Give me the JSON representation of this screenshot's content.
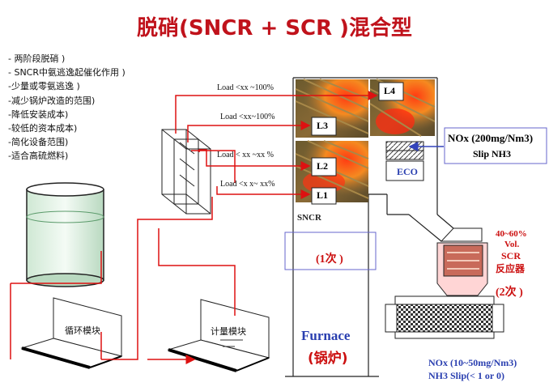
{
  "title": "脱硝(SNCR + SCR )混合型",
  "advantages": [
    "- 两阶段脱硝 )",
    "- SNCR中氨逃逸起催化作用 )",
    "-少量或零氨逃逸 )",
    "-减少锅炉改造的范围)",
    "-降低安装成本)",
    "-较低的资本成本)",
    "-简化设备范围)",
    "-适合高硫燃料)"
  ],
  "injection_loads": {
    "l4": "Load <xx ~100%",
    "l3": "Load <xx~100%",
    "l2": "Load < xx ~xx %",
    "l1": "Load <x x~ xx%"
  },
  "levels": {
    "l1": "L1",
    "l2": "L2",
    "l3": "L3",
    "l4": "L4"
  },
  "sncr_label": "SNCR",
  "eco_label": "ECO",
  "stage1_label": "(1次 )",
  "stage2_label": "(2次 )",
  "furnace": {
    "en": "Furnace",
    "cn": "(锅炉)"
  },
  "nox_top": {
    "value": "NOx (200mg/Nm3)",
    "slip": "Slip NH3"
  },
  "scr": {
    "efficiency": "40~60%",
    "unit": "Vol.",
    "name": "SCR",
    "cn": "反应器"
  },
  "nox_bottom": {
    "value": "NOx (10~50mg/Nm3)",
    "slip": "NH3 Slip(< 1 or  0)"
  },
  "modules": {
    "circulation": "循环模块",
    "metering": "计量模块"
  },
  "colors": {
    "title": "#c0121b",
    "flow": "#dd1111",
    "note": "#2a3fb0",
    "stage": "#6666cc"
  }
}
